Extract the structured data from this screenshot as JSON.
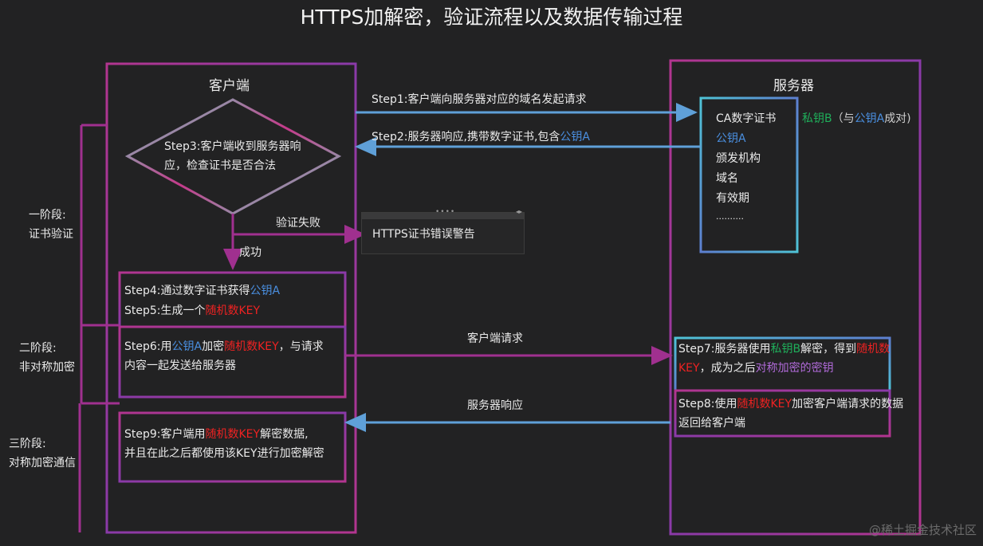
{
  "title": "HTTPS加解密，验证流程以及数据传输过程",
  "client": {
    "label": "客户端"
  },
  "server": {
    "label": "服务器"
  },
  "phases": [
    {
      "line1": "一阶段:",
      "line2": "证书验证"
    },
    {
      "line1": "二阶段:",
      "line2": "非对称加密"
    },
    {
      "line1": "三阶段:",
      "line2": "对称加密通信"
    }
  ],
  "messages": {
    "step1": "Step1:客户端向服务器对应的域名发起请求",
    "step2_prefix": "Step2:服务器响应,携带数字证书,包含",
    "step2_key": "公钥A",
    "client_request": "客户端请求",
    "server_response": "服务器响应"
  },
  "step3": {
    "line1": "Step3:客户端收到服务器响",
    "line2": "应，检查证书是否合法"
  },
  "verify_fail": "验证失败",
  "success": "成功",
  "warning": "HTTPS证书错误警告",
  "cert": {
    "items": [
      "CA数字证书",
      "公钥A",
      "颁发机构",
      "域名",
      "有效期",
      ".........."
    ],
    "private_key": "私钥B",
    "pair_open": "（与",
    "pair_key": "公钥A",
    "pair_close": "成对)"
  },
  "step4": {
    "prefix": "Step4:通过数字证书获得",
    "key": "公钥A"
  },
  "step5": {
    "prefix": "Step5:生成一个",
    "key": "随机数KEY"
  },
  "step6": {
    "prefix": "Step6:用",
    "key1": "公钥A",
    "mid": "加密",
    "key2": "随机数KEY",
    "suffix": "，与请求",
    "line2": "内容一起发送给服务器"
  },
  "step7": {
    "prefix": "Step7:服务器使用",
    "key1": "私钥B",
    "mid": "解密，得到",
    "key2a": "随机数",
    "key2b": "KEY",
    "line2mid": "，成为之后",
    "key3": "对称加密的密钥"
  },
  "step8": {
    "prefix": "Step8:使用",
    "key": "随机数KEY",
    "suffix": "加密客户端请求的数据",
    "line2": "返回给客户端"
  },
  "step9": {
    "prefix": "Step9:客户端用",
    "key": "随机数KEY",
    "suffix": "解密数据,",
    "line2": "并且在此之后都使用该KEY进行加密解密"
  },
  "watermark": "@稀土掘金技术社区",
  "colors": {
    "background": "#222223",
    "frame": "#a0308f",
    "accent_blue": "#4a8fe0",
    "accent_red": "#ee2222",
    "accent_green": "#1fae5a",
    "accent_purple": "#b06ad8"
  }
}
